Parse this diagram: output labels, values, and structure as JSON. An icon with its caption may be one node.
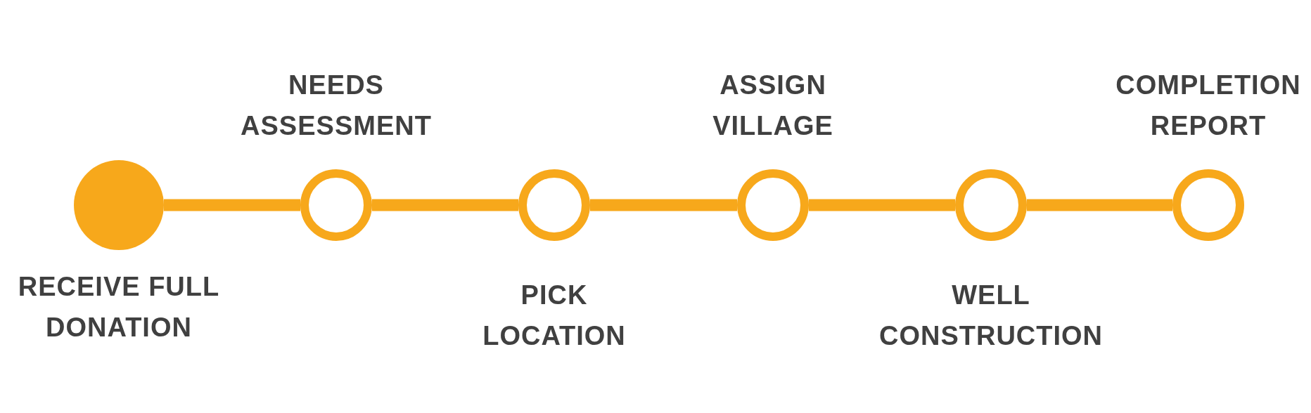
{
  "diagram": {
    "nodes": [
      {
        "text": [],
        "shape": "circle",
        "beside": [
          "RECEIVE FULL DONATION"
        ]
      },
      {
        "text": [],
        "shape": "circle",
        "beside": [
          "NEEDS ASSESSMENT"
        ]
      },
      {
        "text": [],
        "shape": "circle",
        "beside": [
          "PICK LOCATION"
        ]
      },
      {
        "text": [],
        "shape": "circle",
        "beside": [
          "ASSIGN VILLAGE"
        ]
      },
      {
        "text": [],
        "shape": "circle",
        "beside": [
          "WELL CONSTRUCTION"
        ]
      },
      {
        "text": [],
        "shape": "circle",
        "beside": [
          "COMPLETION REPORT"
        ]
      }
    ],
    "edges": [
      {
        "from": 0,
        "to": 1,
        "arrow": "none"
      },
      {
        "from": 1,
        "to": 2,
        "arrow": "none"
      },
      {
        "from": 2,
        "to": 3,
        "arrow": "none"
      },
      {
        "from": 3,
        "to": 4,
        "arrow": "none"
      },
      {
        "from": 4,
        "to": 5,
        "arrow": "none"
      }
    ]
  }
}
